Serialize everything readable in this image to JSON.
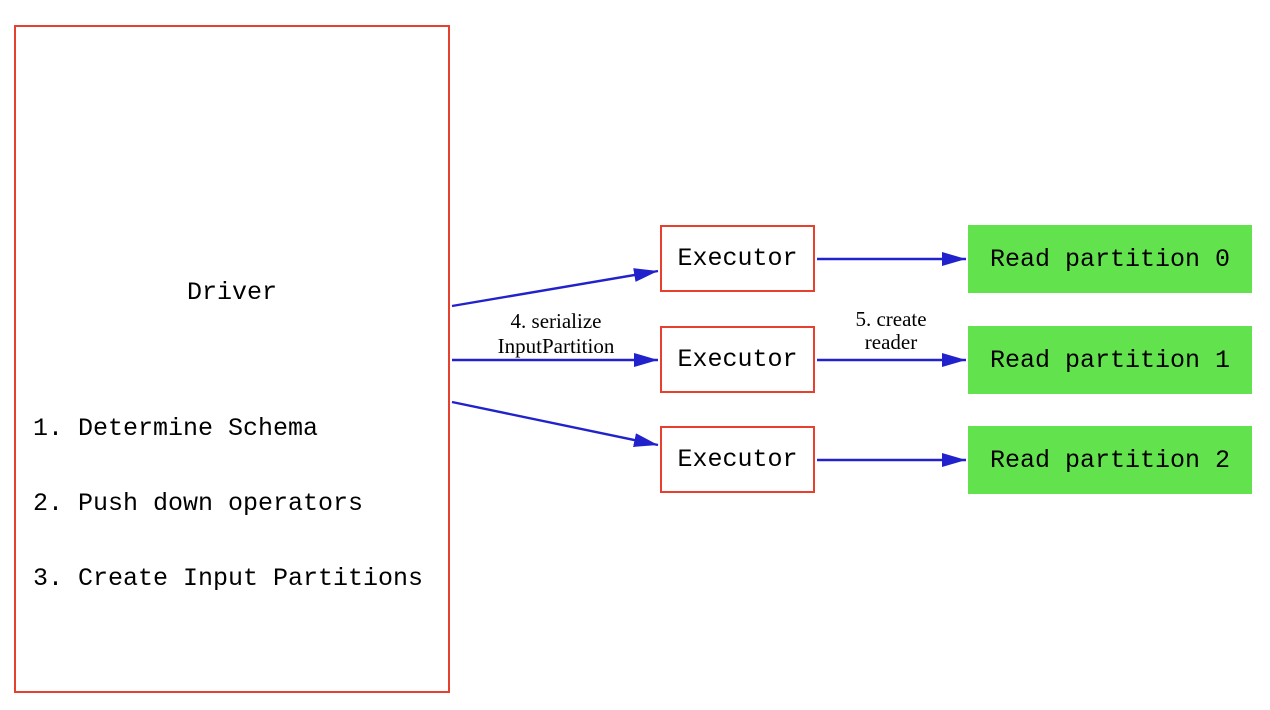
{
  "driver": {
    "title": "Driver",
    "steps": [
      "1. Determine Schema",
      "2. Push down operators",
      "3. Create Input Partitions"
    ]
  },
  "executors": [
    {
      "label": "Executor"
    },
    {
      "label": "Executor"
    },
    {
      "label": "Executor"
    }
  ],
  "partitions": [
    {
      "label": "Read partition 0"
    },
    {
      "label": "Read partition 1"
    },
    {
      "label": "Read partition 2"
    }
  ],
  "edge_labels": {
    "serialize": {
      "line1": "4. serialize",
      "line2": "InputPartition"
    },
    "create_reader": {
      "line1": "5. create",
      "line2": "reader"
    }
  },
  "colors": {
    "box_border": "#e8402f",
    "arrow": "#2222cc",
    "partition_fill": "#62e24d",
    "text": "#000000",
    "background": "#ffffff"
  }
}
